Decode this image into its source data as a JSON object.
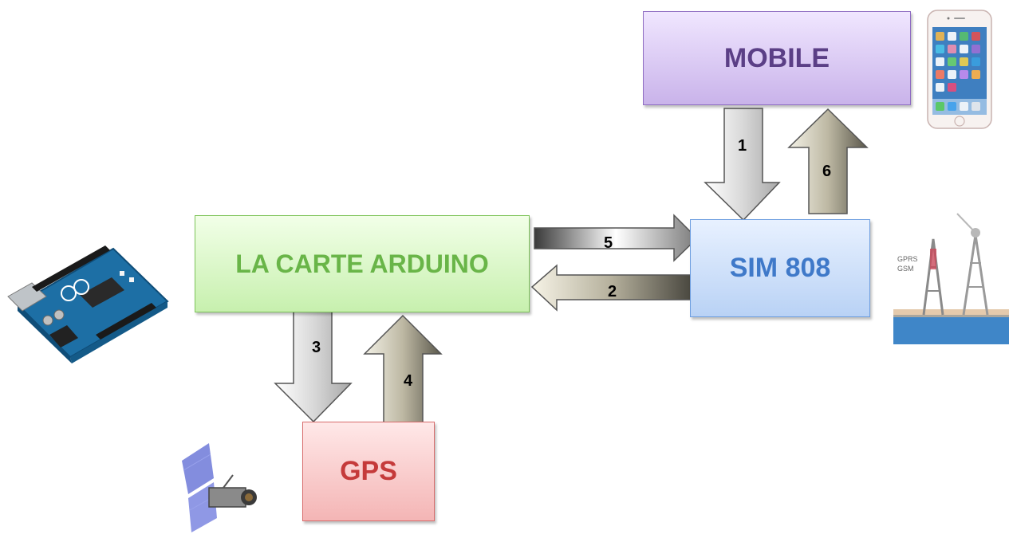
{
  "boxes": {
    "mobile": "MOBILE",
    "arduino": "LA CARTE ARDUINO",
    "sim": "SIM 808",
    "gps": "GPS"
  },
  "arrows": {
    "a1": "1",
    "a2": "2",
    "a3": "3",
    "a4": "4",
    "a5": "5",
    "a6": "6"
  },
  "images": {
    "phone": "smartphone-icon",
    "tower": "cell-tower-icon",
    "tower_label_1": "GPRS",
    "tower_label_2": "GSM",
    "board": "arduino-board-icon",
    "satellite": "satellite-icon"
  },
  "colors": {
    "mobile": "#c9b3ea",
    "arduino": "#c7f0ae",
    "sim": "#b9d2f5",
    "gps": "#f4b5b5"
  }
}
